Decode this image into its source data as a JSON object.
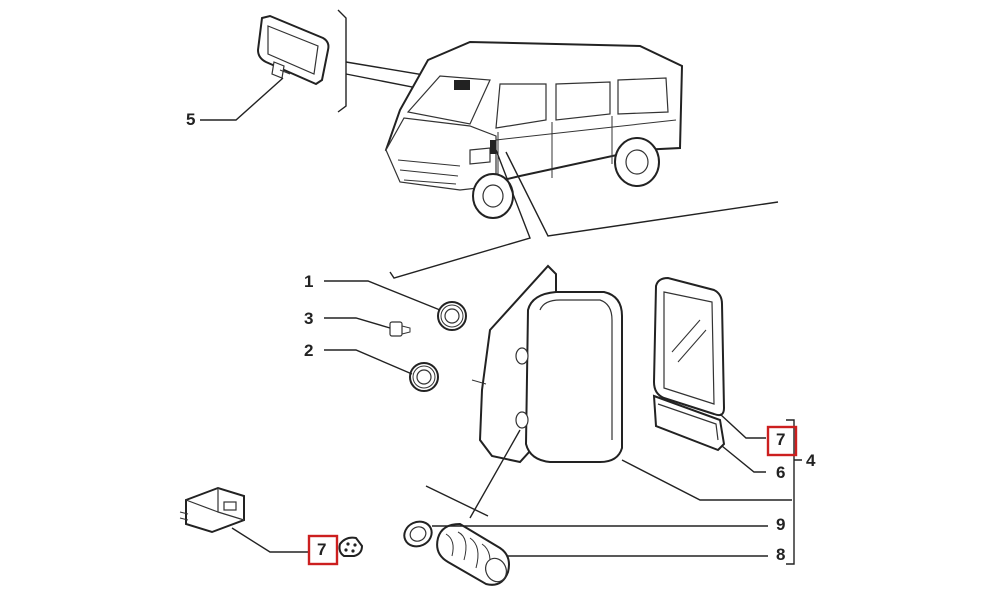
{
  "callouts": {
    "c1": "1",
    "c2": "2",
    "c3": "3",
    "c4": "4",
    "c5": "5",
    "c6": "6",
    "c7_top": "7",
    "c7_bottom": "7",
    "c8": "8",
    "c9": "9"
  },
  "colors": {
    "line": "#222222",
    "highlight": "#cc1f1f",
    "background": "#ffffff"
  }
}
